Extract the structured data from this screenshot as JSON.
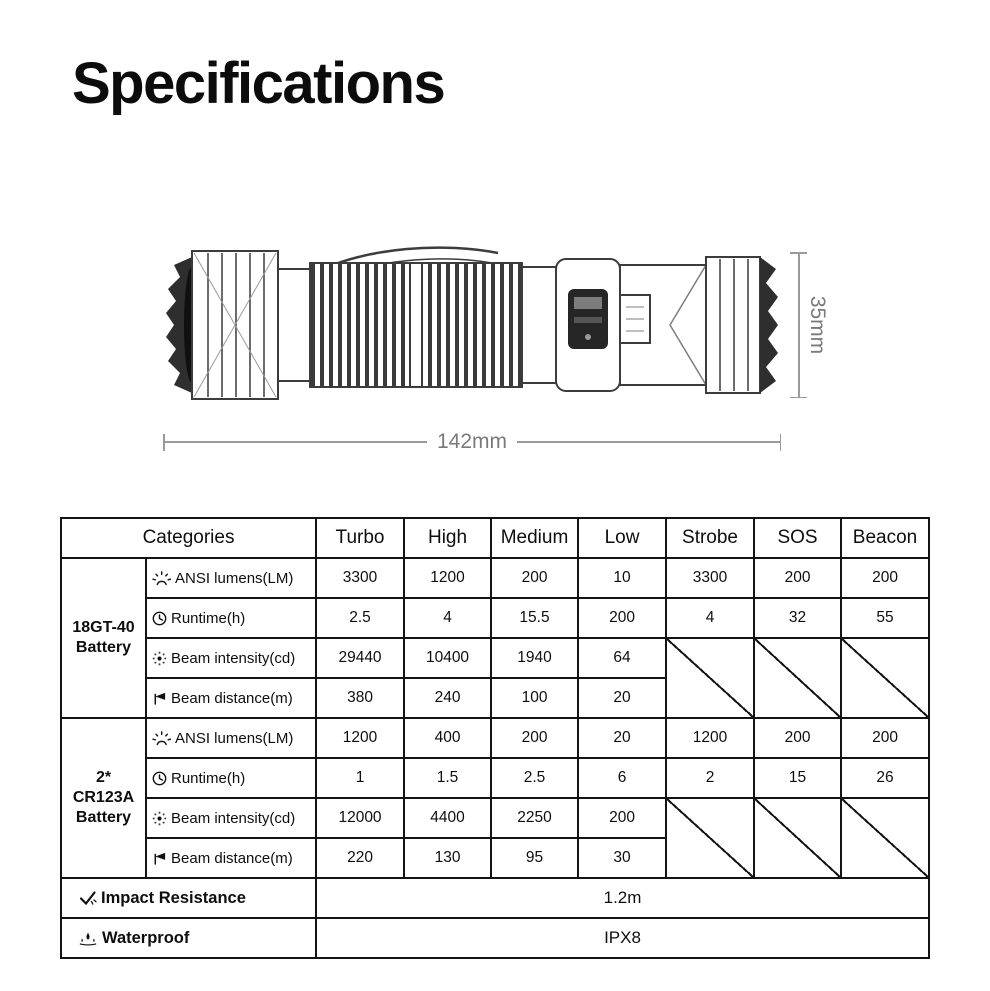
{
  "title": "Specifications",
  "diagram": {
    "description": "tactical flashlight technical line drawing, side view",
    "length_label": "142mm",
    "height_label": "35mm"
  },
  "icons": {
    "lumens": "ansi-lumens-sun-icon",
    "runtime": "clock-icon",
    "intensity": "beam-intensity-dotted-circle-icon",
    "distance": "beam-distance-flag-icon",
    "impact": "impact-check-icon",
    "waterproof": "water-splash-icon"
  },
  "colors": {
    "background": "#ffffff",
    "border": "#141414",
    "text": "#0e0e0e",
    "dimension": "#7a7a7a"
  },
  "table": {
    "header": {
      "categories": "Categories",
      "modes": [
        "Turbo",
        "High",
        "Medium",
        "Low",
        "Strobe",
        "SOS",
        "Beacon"
      ]
    },
    "groups": [
      {
        "battery": "18GT-40 Battery",
        "battery_lines": [
          "18GT-40",
          "Battery"
        ],
        "rows": [
          {
            "icon": "ansi-lumens-sun-icon",
            "label": "ANSI lumens(LM)",
            "values": [
              "3300",
              "1200",
              "200",
              "10",
              "3300",
              "200",
              "200"
            ]
          },
          {
            "icon": "clock-icon",
            "label": "Runtime(h)",
            "values": [
              "2.5",
              "4",
              "15.5",
              "200",
              "4",
              "32",
              "55"
            ]
          },
          {
            "icon": "beam-intensity-dotted-circle-icon",
            "label": "Beam intensity(cd)",
            "values": [
              "29440",
              "10400",
              "1940",
              "64"
            ],
            "not_applicable": [
              "Strobe",
              "SOS",
              "Beacon"
            ]
          },
          {
            "icon": "beam-distance-flag-icon",
            "label": "Beam distance(m)",
            "values": [
              "380",
              "240",
              "100",
              "20"
            ],
            "not_applicable": [
              "Strobe",
              "SOS",
              "Beacon"
            ]
          }
        ]
      },
      {
        "battery": "2* CR123A Battery",
        "battery_lines": [
          "2*",
          "CR123A",
          "Battery"
        ],
        "rows": [
          {
            "icon": "ansi-lumens-sun-icon",
            "label": "ANSI lumens(LM)",
            "values": [
              "1200",
              "400",
              "200",
              "20",
              "1200",
              "200",
              "200"
            ]
          },
          {
            "icon": "clock-icon",
            "label": "Runtime(h)",
            "values": [
              "1",
              "1.5",
              "2.5",
              "6",
              "2",
              "15",
              "26"
            ]
          },
          {
            "icon": "beam-intensity-dotted-circle-icon",
            "label": "Beam intensity(cd)",
            "values": [
              "12000",
              "4400",
              "2250",
              "200"
            ],
            "not_applicable": [
              "Strobe",
              "SOS",
              "Beacon"
            ]
          },
          {
            "icon": "beam-distance-flag-icon",
            "label": "Beam distance(m)",
            "values": [
              "220",
              "130",
              "95",
              "30"
            ],
            "not_applicable": [
              "Strobe",
              "SOS",
              "Beacon"
            ]
          }
        ]
      }
    ],
    "footer_rows": [
      {
        "icon": "impact-check-icon",
        "label": "Impact Resistance",
        "value": "1.2m"
      },
      {
        "icon": "water-splash-icon",
        "label": "Waterproof",
        "value": "IPX8"
      }
    ]
  }
}
